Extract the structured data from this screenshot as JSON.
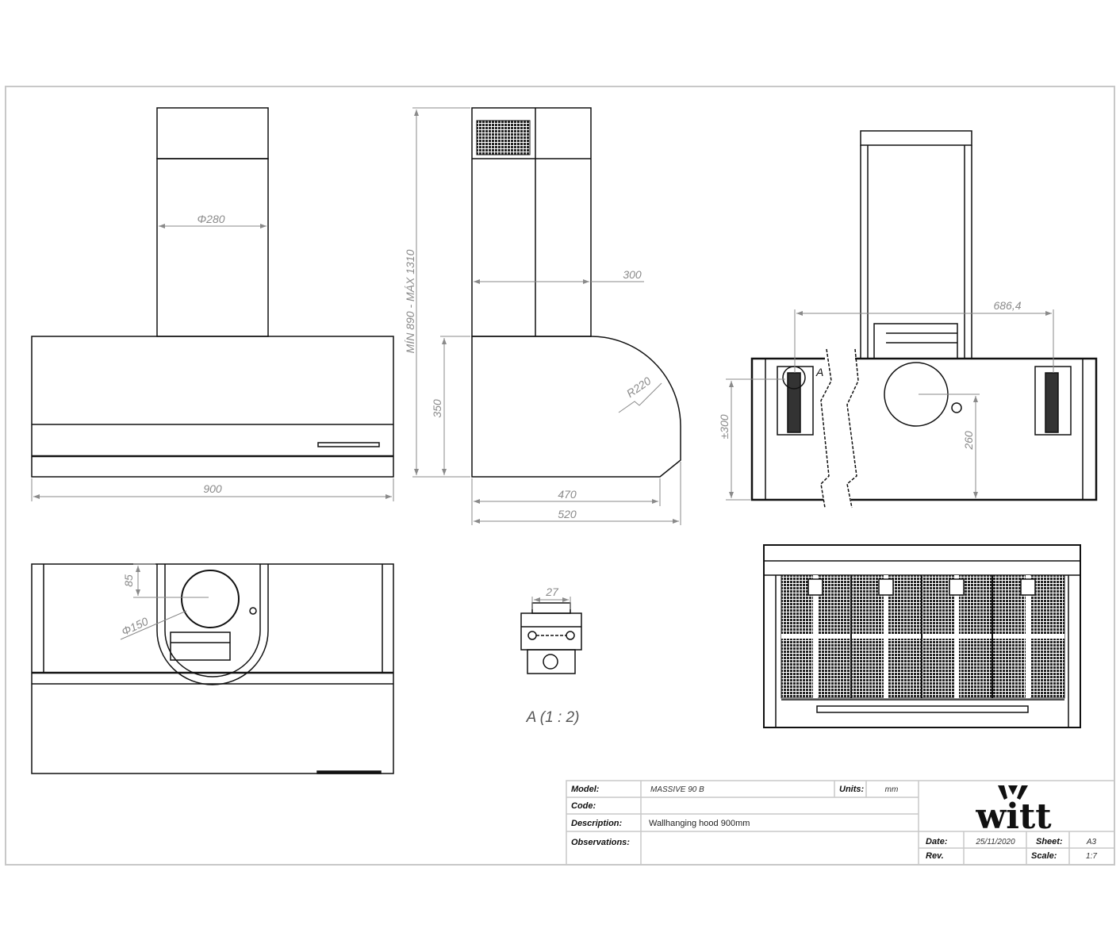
{
  "dimensions": {
    "front_duct_diameter": "Φ280",
    "front_width": "900",
    "side_height_range": "MÍN 890 - MÁX 1310",
    "side_chimney_depth": "300",
    "side_body_height": "350",
    "side_radius": "R220",
    "side_depth_inner": "470",
    "side_depth_total": "520",
    "back_bracket_spacing": "686,4",
    "back_bracket_height": "±300",
    "back_outlet_height": "260",
    "top_outlet_offset": "85",
    "top_outlet_diameter": "Φ150",
    "detail_width": "27",
    "detail_marker": "A"
  },
  "detail_label": "A (1 : 2)",
  "title_block": {
    "model_label": "Model:",
    "model_value": "MASSIVE 90 B",
    "units_label": "Units:",
    "units_value": "mm",
    "code_label": "Code:",
    "code_value": "",
    "description_label": "Description:",
    "description_value": "Wallhanging hood 900mm",
    "observations_label": "Observations:",
    "date_label": "Date:",
    "date_value": "25/11/2020",
    "sheet_label": "Sheet:",
    "sheet_value": "A3",
    "rev_label": "Rev.",
    "rev_value": "",
    "scale_label": "Scale:",
    "scale_value": "1:7",
    "logo_text": "witt"
  },
  "colors": {
    "line": "#111111",
    "dimension": "#8a8a8a",
    "border": "#c8c8c8"
  }
}
